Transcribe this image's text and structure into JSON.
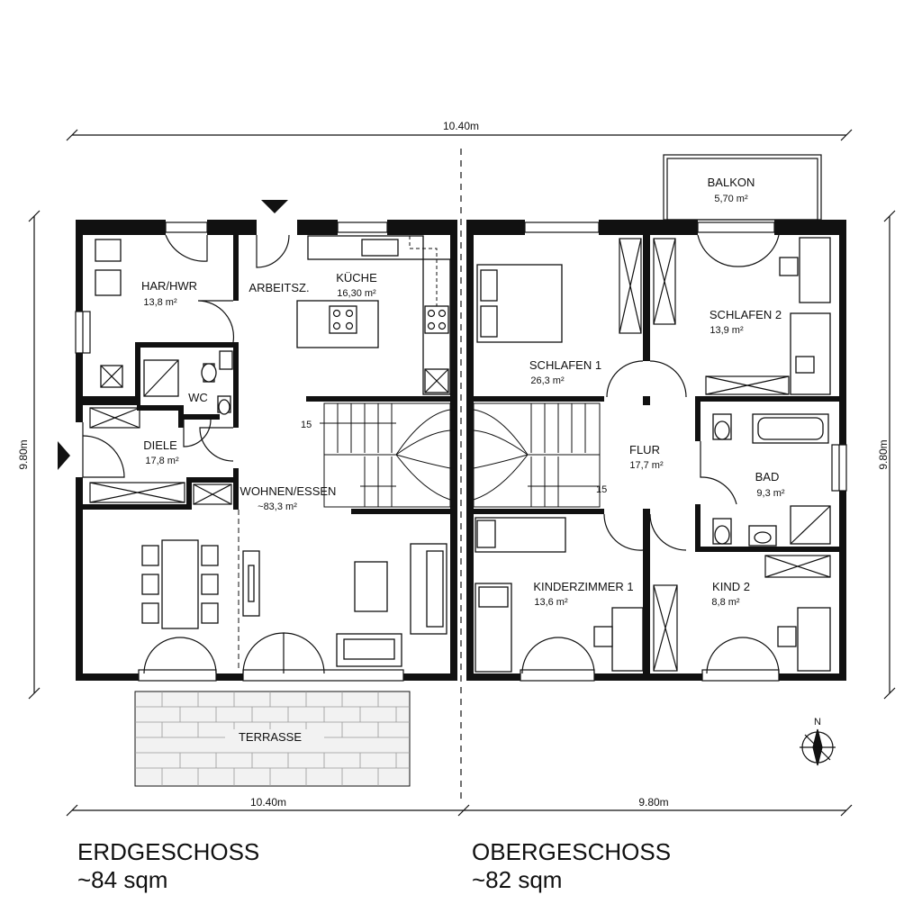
{
  "dimensions": {
    "top_width": "10.40m",
    "bottom_left_width": "10.40m",
    "bottom_right_width": "9.80m",
    "left_height": "9.80m",
    "right_height": "9.80m"
  },
  "floors": {
    "ground": {
      "name": "ERDGESCHOSS",
      "area": "~84 sqm"
    },
    "upper": {
      "name": "OBERGESCHOSS",
      "area": "~82 sqm"
    }
  },
  "rooms": {
    "har_hwr": {
      "name": "HAR/HWR",
      "area": "13,8 m²"
    },
    "arbeitsz": {
      "name": "ARBEITSZ."
    },
    "kueche": {
      "name": "KÜCHE",
      "area": "16,30 m²"
    },
    "wc": {
      "name": "WC"
    },
    "diele": {
      "name": "DIELE",
      "area": "17,8 m²"
    },
    "wohnen": {
      "name": "WOHNEN/ESSEN",
      "area": "~83,3 m²"
    },
    "terrasse": {
      "name": "TERRASSE"
    },
    "balkon": {
      "name": "BALKON",
      "area": "5,70 m²"
    },
    "schlafen1": {
      "name": "SCHLAFEN 1",
      "area": "26,3 m²"
    },
    "schlafen2": {
      "name": "SCHLAFEN 2",
      "area": "13,9 m²"
    },
    "flur": {
      "name": "FLUR",
      "area": "17,7 m²"
    },
    "bad": {
      "name": "BAD",
      "area": "9,3 m²"
    },
    "kinder1": {
      "name": "KINDERZIMMER 1",
      "area": "13,6 m²"
    },
    "kind2": {
      "name": "KIND 2",
      "area": "8,8 m²"
    }
  },
  "stairs": {
    "steps_ground": "15",
    "steps_upper": "15"
  },
  "north": {
    "label": "N"
  }
}
